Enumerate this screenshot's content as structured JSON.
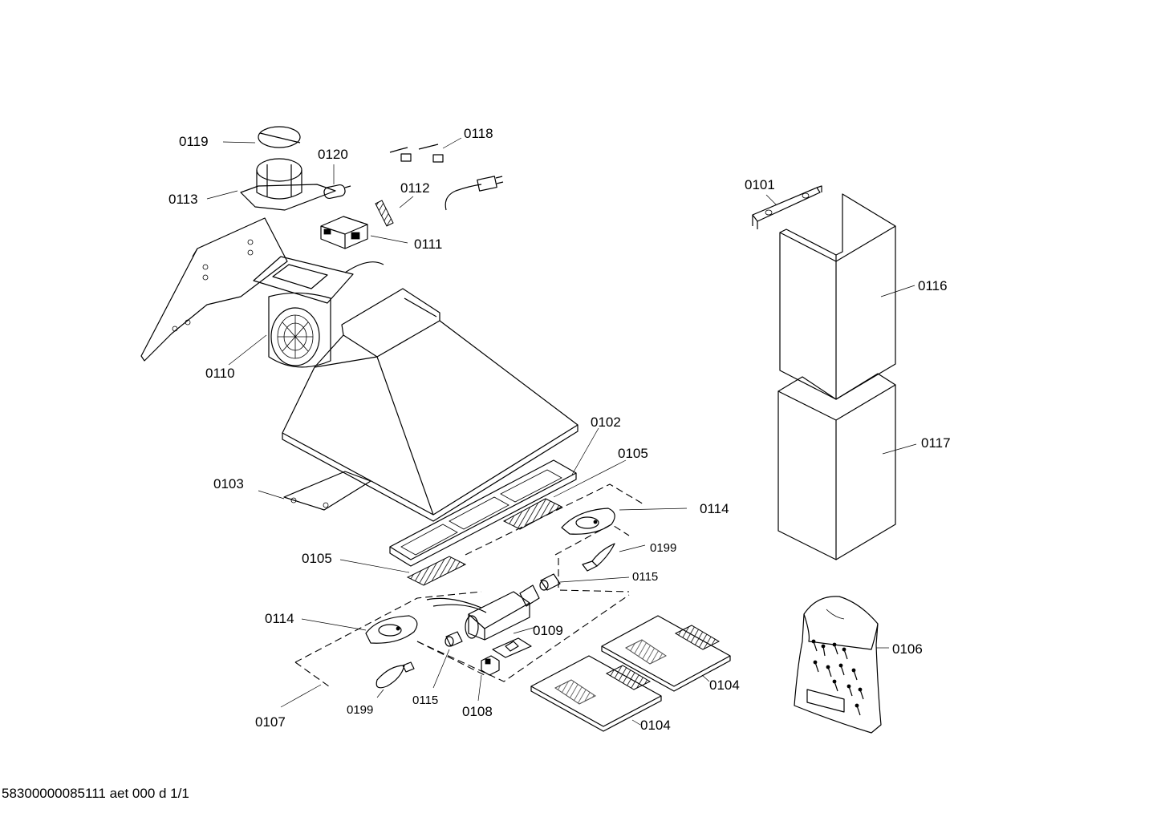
{
  "part_labels": {
    "p0119": "0119",
    "p0118": "0118",
    "p0120": "0120",
    "p0113": "0113",
    "p0112": "0112",
    "p0111": "0111",
    "p0101": "0101",
    "p0116": "0116",
    "p0110": "0110",
    "p0102": "0102",
    "p0105a": "0105",
    "p0103": "0103",
    "p0114a": "0114",
    "p0199a": "0199",
    "p0105b": "0105",
    "p0115a": "0115",
    "p0117": "0117",
    "p0114b": "0114",
    "p0109": "0109",
    "p0106": "0106",
    "p0104a": "0104",
    "p0104b": "0104",
    "p0199b": "0199",
    "p0115b": "0115",
    "p0108": "0108",
    "p0107": "0107"
  },
  "footer": "58300000085111 aet 000 d 1/1"
}
